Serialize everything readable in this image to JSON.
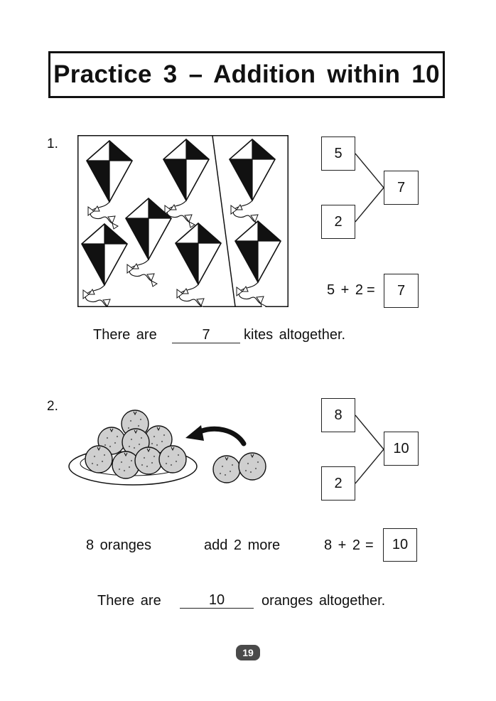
{
  "title": "Practice 3 – Addition within 10",
  "questions": [
    {
      "number": "1.",
      "bond": {
        "part1": "5",
        "part2": "2",
        "whole": "7"
      },
      "equation": {
        "lhs": "5 + 2",
        "equals": "=",
        "answer": "7"
      },
      "sentence": {
        "prefix": "There are",
        "answer": "7",
        "suffix": "kites altogether."
      }
    },
    {
      "number": "2.",
      "bond": {
        "part1": "8",
        "part2": "2",
        "whole": "10"
      },
      "caption_left": "8 oranges",
      "caption_middle": "add 2 more",
      "equation": {
        "lhs": "8 + 2",
        "equals": "=",
        "answer": "10"
      },
      "sentence": {
        "prefix": "There are",
        "answer": "10",
        "suffix": "oranges altogether."
      }
    }
  ],
  "page_number": "19",
  "illustrations": {
    "q1": "kites-picture",
    "q2": "oranges-plate-picture",
    "arrow": "curved-arrow-icon"
  }
}
